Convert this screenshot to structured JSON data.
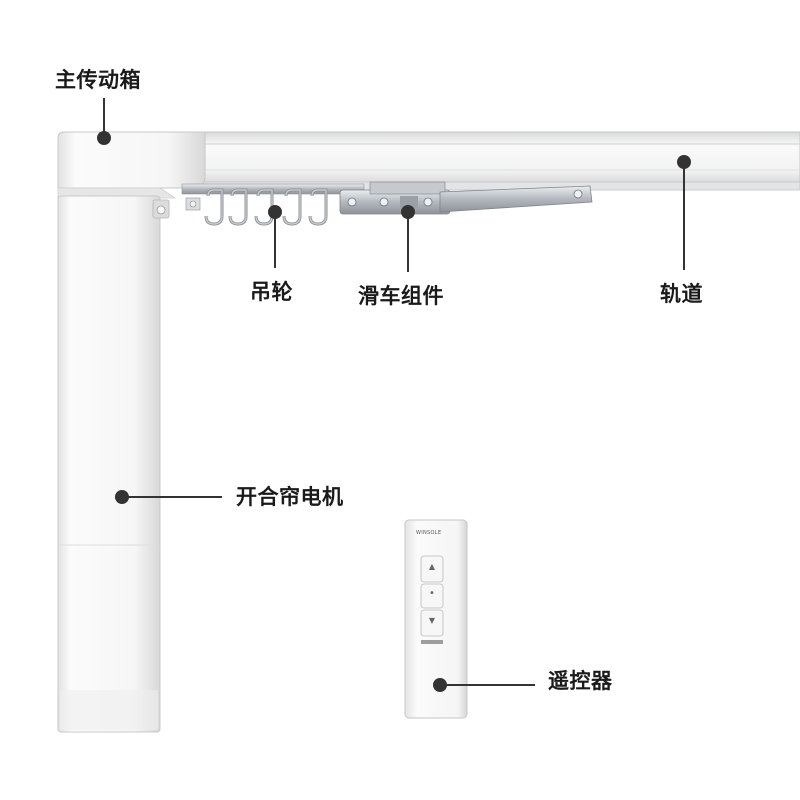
{
  "labels": {
    "drive_box": "主传动箱",
    "track": "轨道",
    "pulley": "吊轮",
    "carriage": "滑车组件",
    "motor": "开合帘电机",
    "remote": "遥控器"
  },
  "remote": {
    "brand": "WINSOLE",
    "buttons": [
      {
        "name": "up-button",
        "symbol": "▲"
      },
      {
        "name": "stop-button",
        "symbol": "•"
      },
      {
        "name": "down-button",
        "symbol": "▼"
      }
    ]
  },
  "colors": {
    "product_white": "#f4f4f4",
    "shadow_gray": "#c9c9c9",
    "metal": "#b8bcc2",
    "leader": "#333333"
  }
}
